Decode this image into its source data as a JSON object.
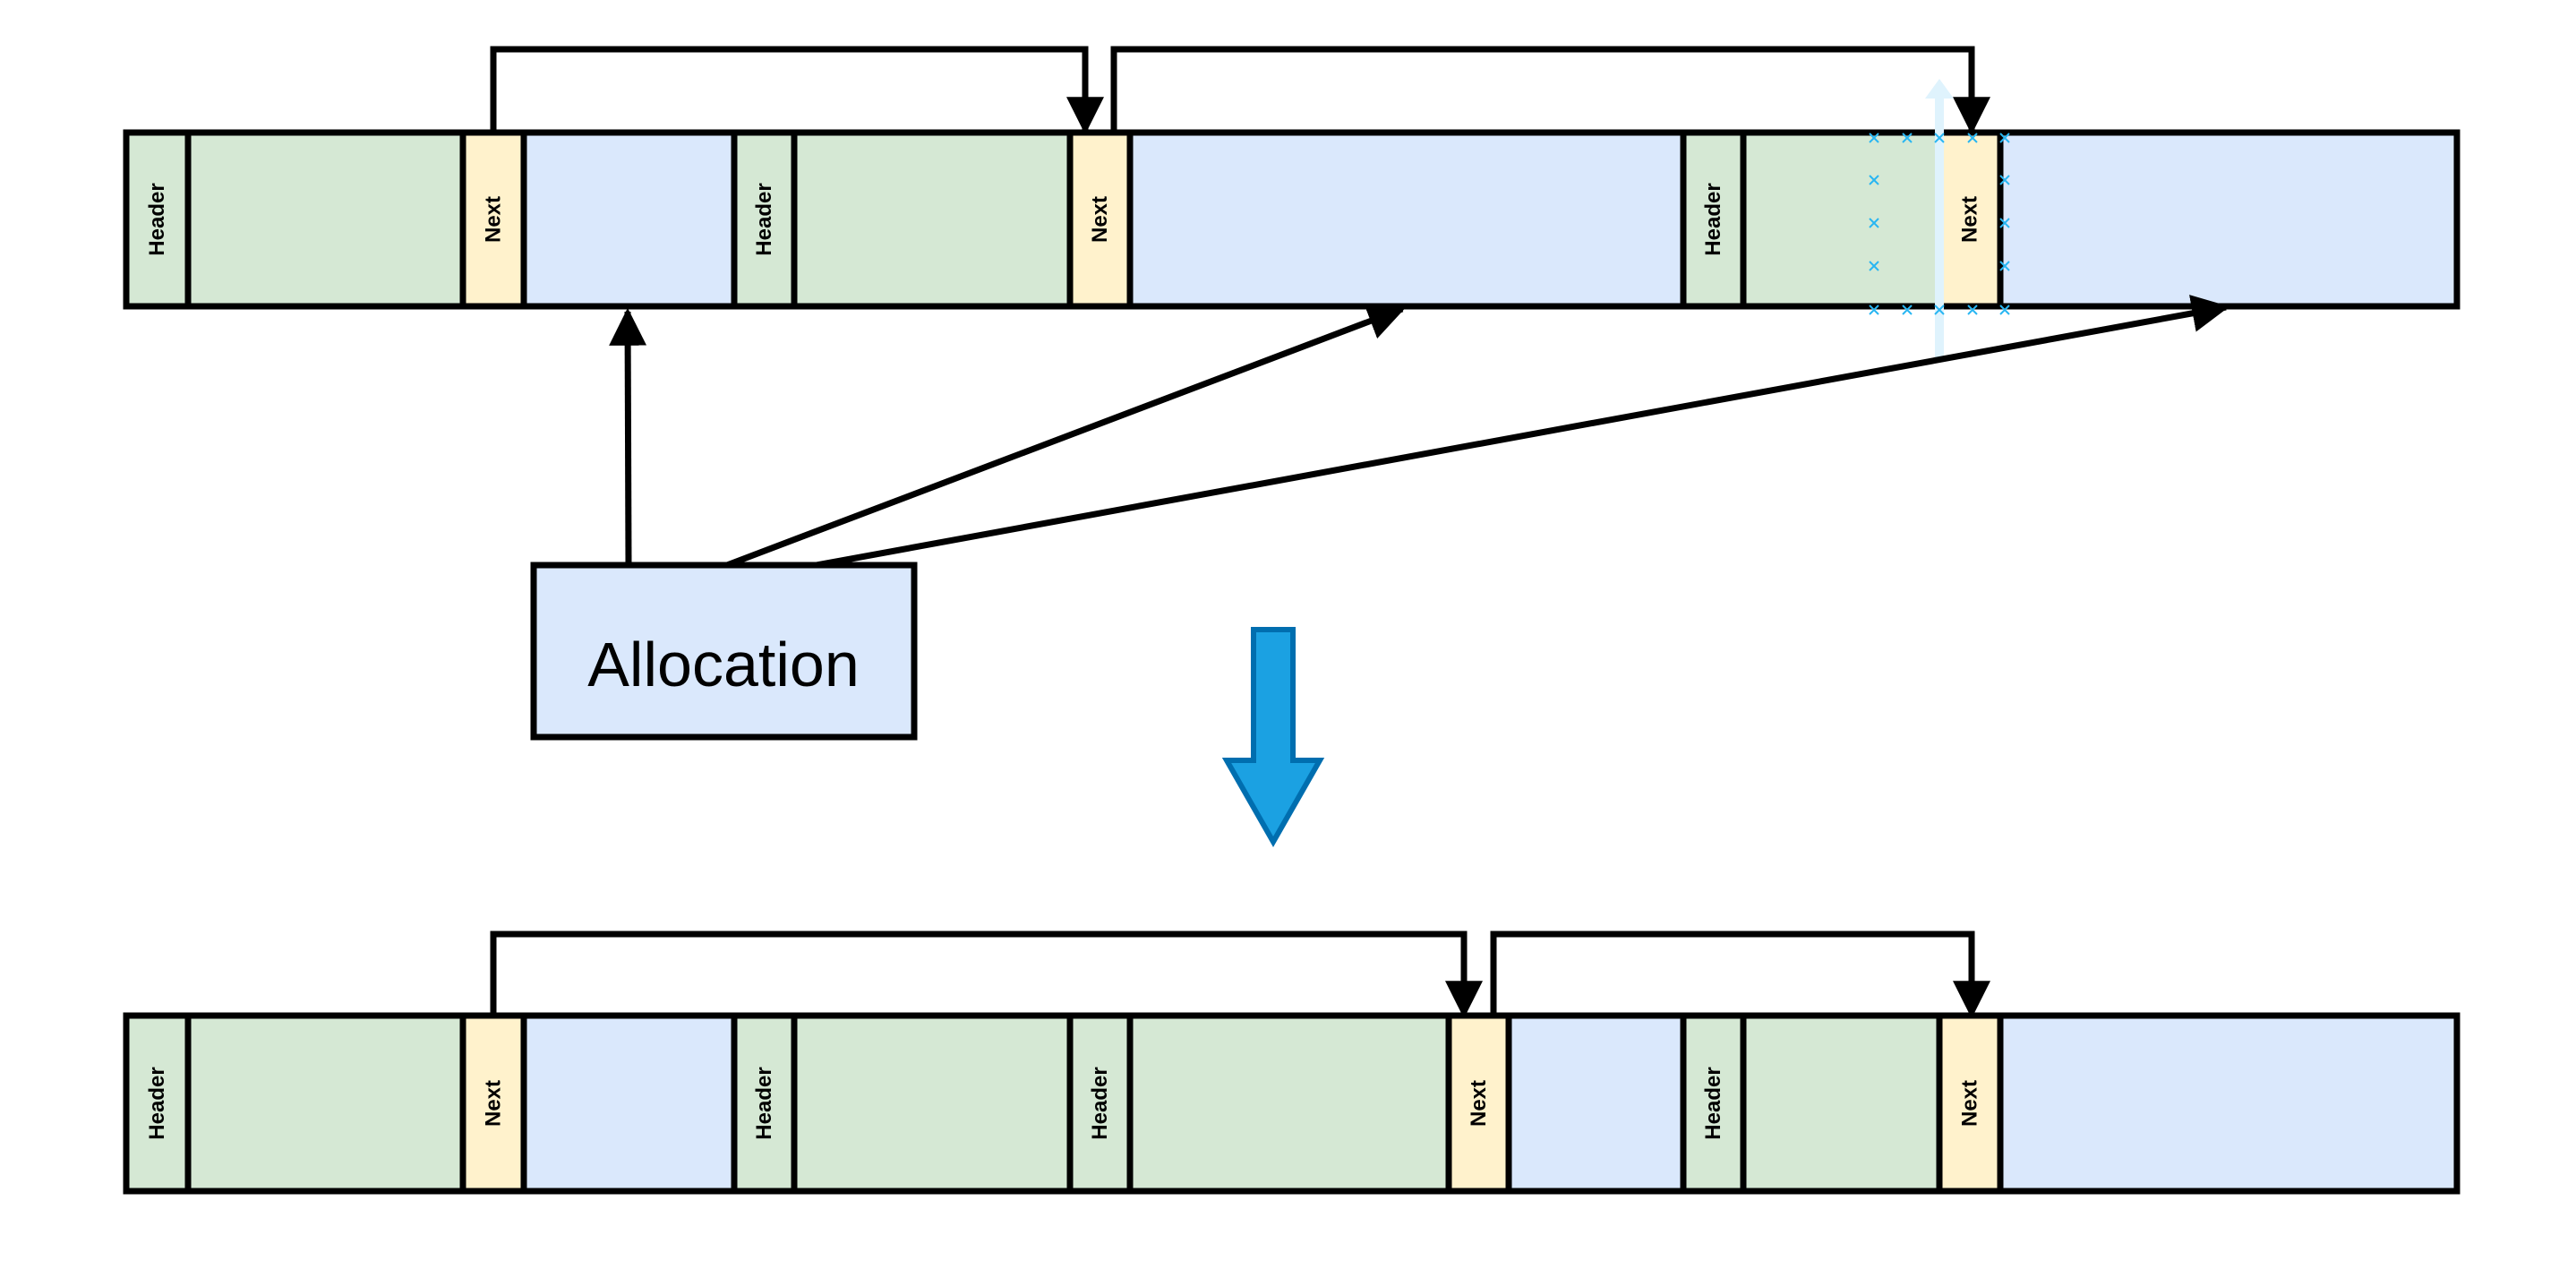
{
  "colors": {
    "header": "#d5e8d4",
    "used": "#d5e8d4",
    "next": "#fff2cc",
    "free": "#dae8fc",
    "stroke": "#000000",
    "transition_arrow": "#1ba1e2",
    "transition_arrow_stroke": "#006eaf",
    "selection_handle": "#29b6f2"
  },
  "allocation": {
    "label": "Allocation"
  },
  "before": {
    "cells": [
      {
        "kind": "header",
        "label": "Header"
      },
      {
        "kind": "used",
        "label": ""
      },
      {
        "kind": "next",
        "label": "Next"
      },
      {
        "kind": "free",
        "label": ""
      },
      {
        "kind": "header",
        "label": "Header"
      },
      {
        "kind": "used",
        "label": ""
      },
      {
        "kind": "next",
        "label": "Next"
      },
      {
        "kind": "free",
        "label": ""
      },
      {
        "kind": "header",
        "label": "Header"
      },
      {
        "kind": "used",
        "label": ""
      },
      {
        "kind": "next",
        "label": "Next"
      },
      {
        "kind": "free",
        "label": ""
      }
    ]
  },
  "after": {
    "cells": [
      {
        "kind": "header",
        "label": "Header"
      },
      {
        "kind": "used",
        "label": ""
      },
      {
        "kind": "next",
        "label": "Next"
      },
      {
        "kind": "free",
        "label": ""
      },
      {
        "kind": "header",
        "label": "Header"
      },
      {
        "kind": "used",
        "label": ""
      },
      {
        "kind": "header",
        "label": "Header"
      },
      {
        "kind": "used",
        "label": ""
      },
      {
        "kind": "next",
        "label": "Next"
      },
      {
        "kind": "free",
        "label": ""
      },
      {
        "kind": "header",
        "label": "Header"
      },
      {
        "kind": "used",
        "label": ""
      },
      {
        "kind": "next",
        "label": "Next"
      },
      {
        "kind": "free",
        "label": ""
      }
    ]
  }
}
